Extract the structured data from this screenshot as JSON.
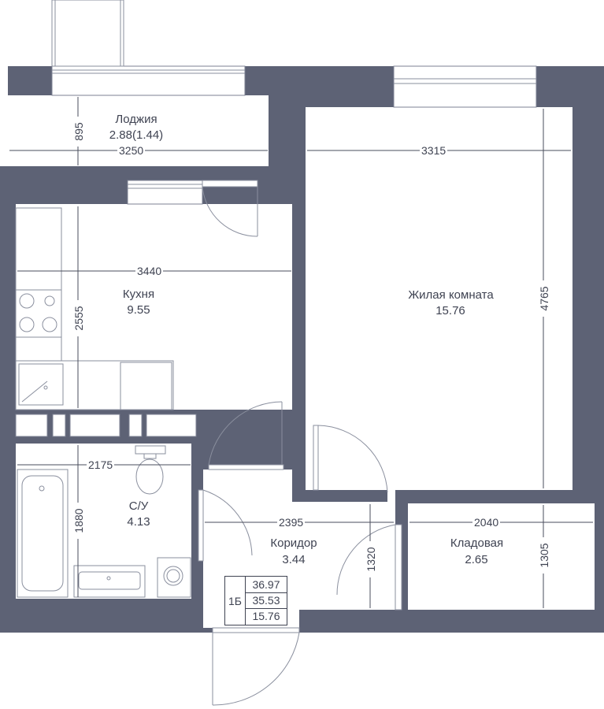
{
  "rooms": {
    "loggia": {
      "name": "Лоджия",
      "area": "2.88(1.44)"
    },
    "kitchen": {
      "name": "Кухня",
      "area": "9.55"
    },
    "living": {
      "name": "Жилая комната",
      "area": "15.76"
    },
    "bathroom": {
      "name": "С/У",
      "area": "4.13"
    },
    "corridor": {
      "name": "Коридор",
      "area": "3.44"
    },
    "storage": {
      "name": "Кладовая",
      "area": "2.65"
    }
  },
  "dimensions": {
    "loggia_width": "3250",
    "loggia_depth": "895",
    "kitchen_width": "3440",
    "kitchen_depth": "2555",
    "living_width": "3315",
    "living_depth": "4765",
    "bath_width": "2175",
    "bath_depth": "1880",
    "corridor_width": "2395",
    "corridor_depth": "1320",
    "storage_width": "2040",
    "storage_depth": "1305"
  },
  "summary": {
    "type": "1Б",
    "total_area": "36.97",
    "living_total": "35.53",
    "living_area": "15.76"
  },
  "colors": {
    "wall": "#5d6275",
    "text": "#3f4352"
  }
}
